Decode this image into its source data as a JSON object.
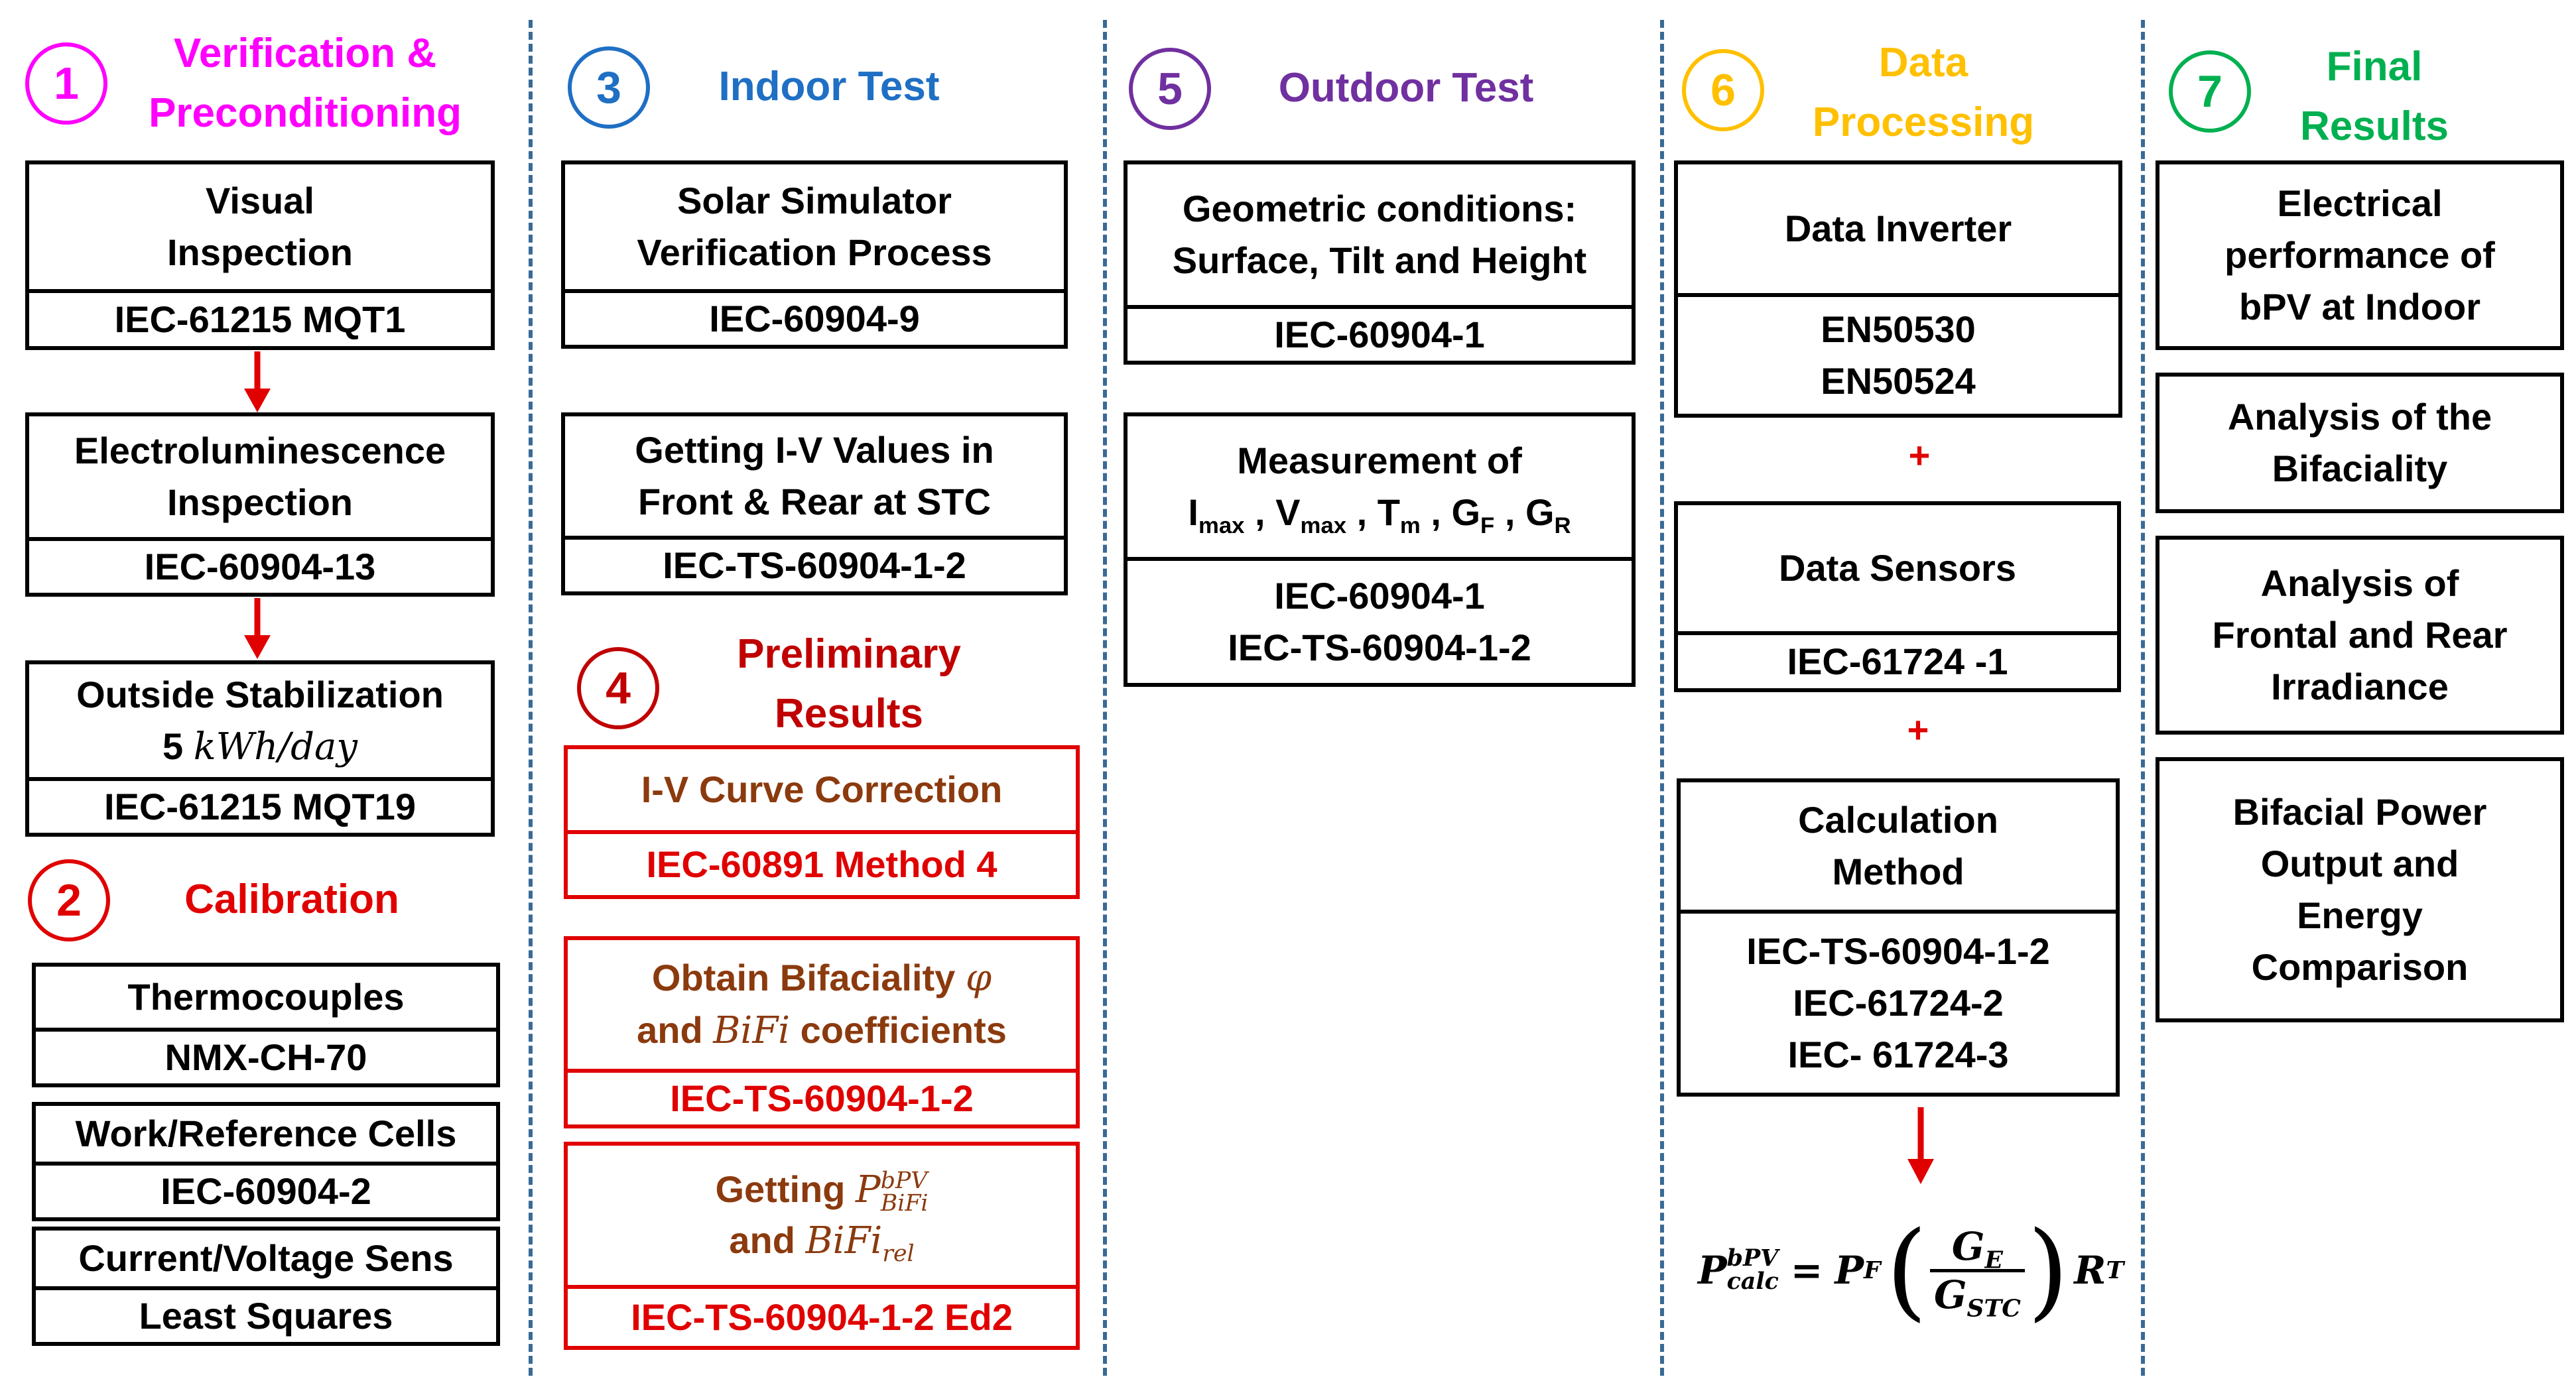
{
  "colors": {
    "magenta": "#ff00ff",
    "red": "#e00000",
    "blue": "#1f6fc4",
    "purple": "#7030a0",
    "yellow": "#ffc000",
    "green": "#00b050",
    "brown": "#8b3a0e",
    "divider": "#3a6a96"
  },
  "sections": {
    "s1": {
      "num": "1",
      "title_l1": "Verification &",
      "title_l2": "Preconditioning"
    },
    "s2": {
      "num": "2",
      "title": "Calibration"
    },
    "s3": {
      "num": "3",
      "title": "Indoor Test"
    },
    "s4": {
      "num": "4",
      "title_l1": "Preliminary",
      "title_l2": "Results"
    },
    "s5": {
      "num": "5",
      "title": "Outdoor Test"
    },
    "s6": {
      "num": "6",
      "title_l1": "Data",
      "title_l2": "Processing"
    },
    "s7": {
      "num": "7",
      "title_l1": "Final",
      "title_l2": "Results"
    }
  },
  "col1": {
    "visual": {
      "l1": "Visual",
      "l2": "Inspection",
      "std": "IEC-61215 MQT1"
    },
    "electro": {
      "l1": "Electroluminescence",
      "l2": "Inspection",
      "std": "IEC-60904-13"
    },
    "outside": {
      "l1": "Outside Stabilization",
      "l2_num": "5",
      "l2_unit": "kWh/day",
      "std": "IEC-61215 MQT19"
    },
    "calib": [
      {
        "label": "Thermocouples",
        "std": "NMX-CH-70"
      },
      {
        "label": "Work/Reference Cells",
        "std": "IEC-60904-2"
      },
      {
        "label": "Current/Voltage Sens",
        "std": "Least Squares"
      }
    ]
  },
  "col2": {
    "sim": {
      "l1": "Solar Simulator",
      "l2": "Verification Process",
      "std": "IEC-60904-9"
    },
    "iv": {
      "l1": "Getting I-V Values in",
      "l2": "Front & Rear at STC",
      "std": "IEC-TS-60904-1-2"
    },
    "curve": {
      "label": "I-V Curve Correction",
      "std": "IEC-60891 Method 4"
    },
    "bifi": {
      "l1a": "Obtain Bifaciality",
      "phi": "φ",
      "l2a": "and",
      "l2b": "BiFi",
      "l2c": "coefficients",
      "std": "IEC-TS-60904-1-2"
    },
    "getting": {
      "l1a": "Getting",
      "P": "P",
      "sup": "bPV",
      "sub": "BiFi",
      "l2a": "and",
      "l2b": "BiFi",
      "l2sub": "rel",
      "std": "IEC-TS-60904-1-2 Ed2"
    }
  },
  "col3": {
    "geo": {
      "l1": "Geometric conditions:",
      "l2": "Surface, Tilt and Height",
      "std": "IEC-60904-1"
    },
    "meas": {
      "l1": "Measurement of",
      "I": "I",
      "Isub": "max",
      "V": "V",
      "Vsub": "max",
      "T": "T",
      "Tsub": "m",
      "G1": "G",
      "G1sub": "F",
      "G2": "G",
      "G2sub": "R",
      "std1": "IEC-60904-1",
      "std2": "IEC-TS-60904-1-2"
    }
  },
  "col4": {
    "inverter": {
      "label": "Data Inverter",
      "std1": "EN50530",
      "std2": "EN50524"
    },
    "plus": "+",
    "sensors": {
      "label": "Data Sensors",
      "std": "IEC-61724 -1"
    },
    "calc": {
      "l1": "Calculation",
      "l2": "Method",
      "std1": "IEC-TS-60904-1-2",
      "std2": "IEC-61724-2",
      "std3": "IEC- 61724-3"
    },
    "formula": {
      "P": "P",
      "Psup": "bPV",
      "Psub": "calc",
      "eq": "=",
      "PF": "P",
      "PFsub": "F",
      "GE": "G",
      "GEsub": "E",
      "GS": "G",
      "GSsub": "STC",
      "RT": "R",
      "RTsub": "T"
    }
  },
  "col5": {
    "items": [
      {
        "l1": "Electrical",
        "l2": "performance of",
        "l3": "bPV at Indoor"
      },
      {
        "l1": "Analysis of the",
        "l2": "Bifaciality"
      },
      {
        "l1": "Analysis of",
        "l2": "Frontal and Rear",
        "l3": "Irradiance"
      },
      {
        "l1": "Bifacial Power",
        "l2": "Output and",
        "l3": "Energy",
        "l4": "Comparison"
      }
    ]
  }
}
